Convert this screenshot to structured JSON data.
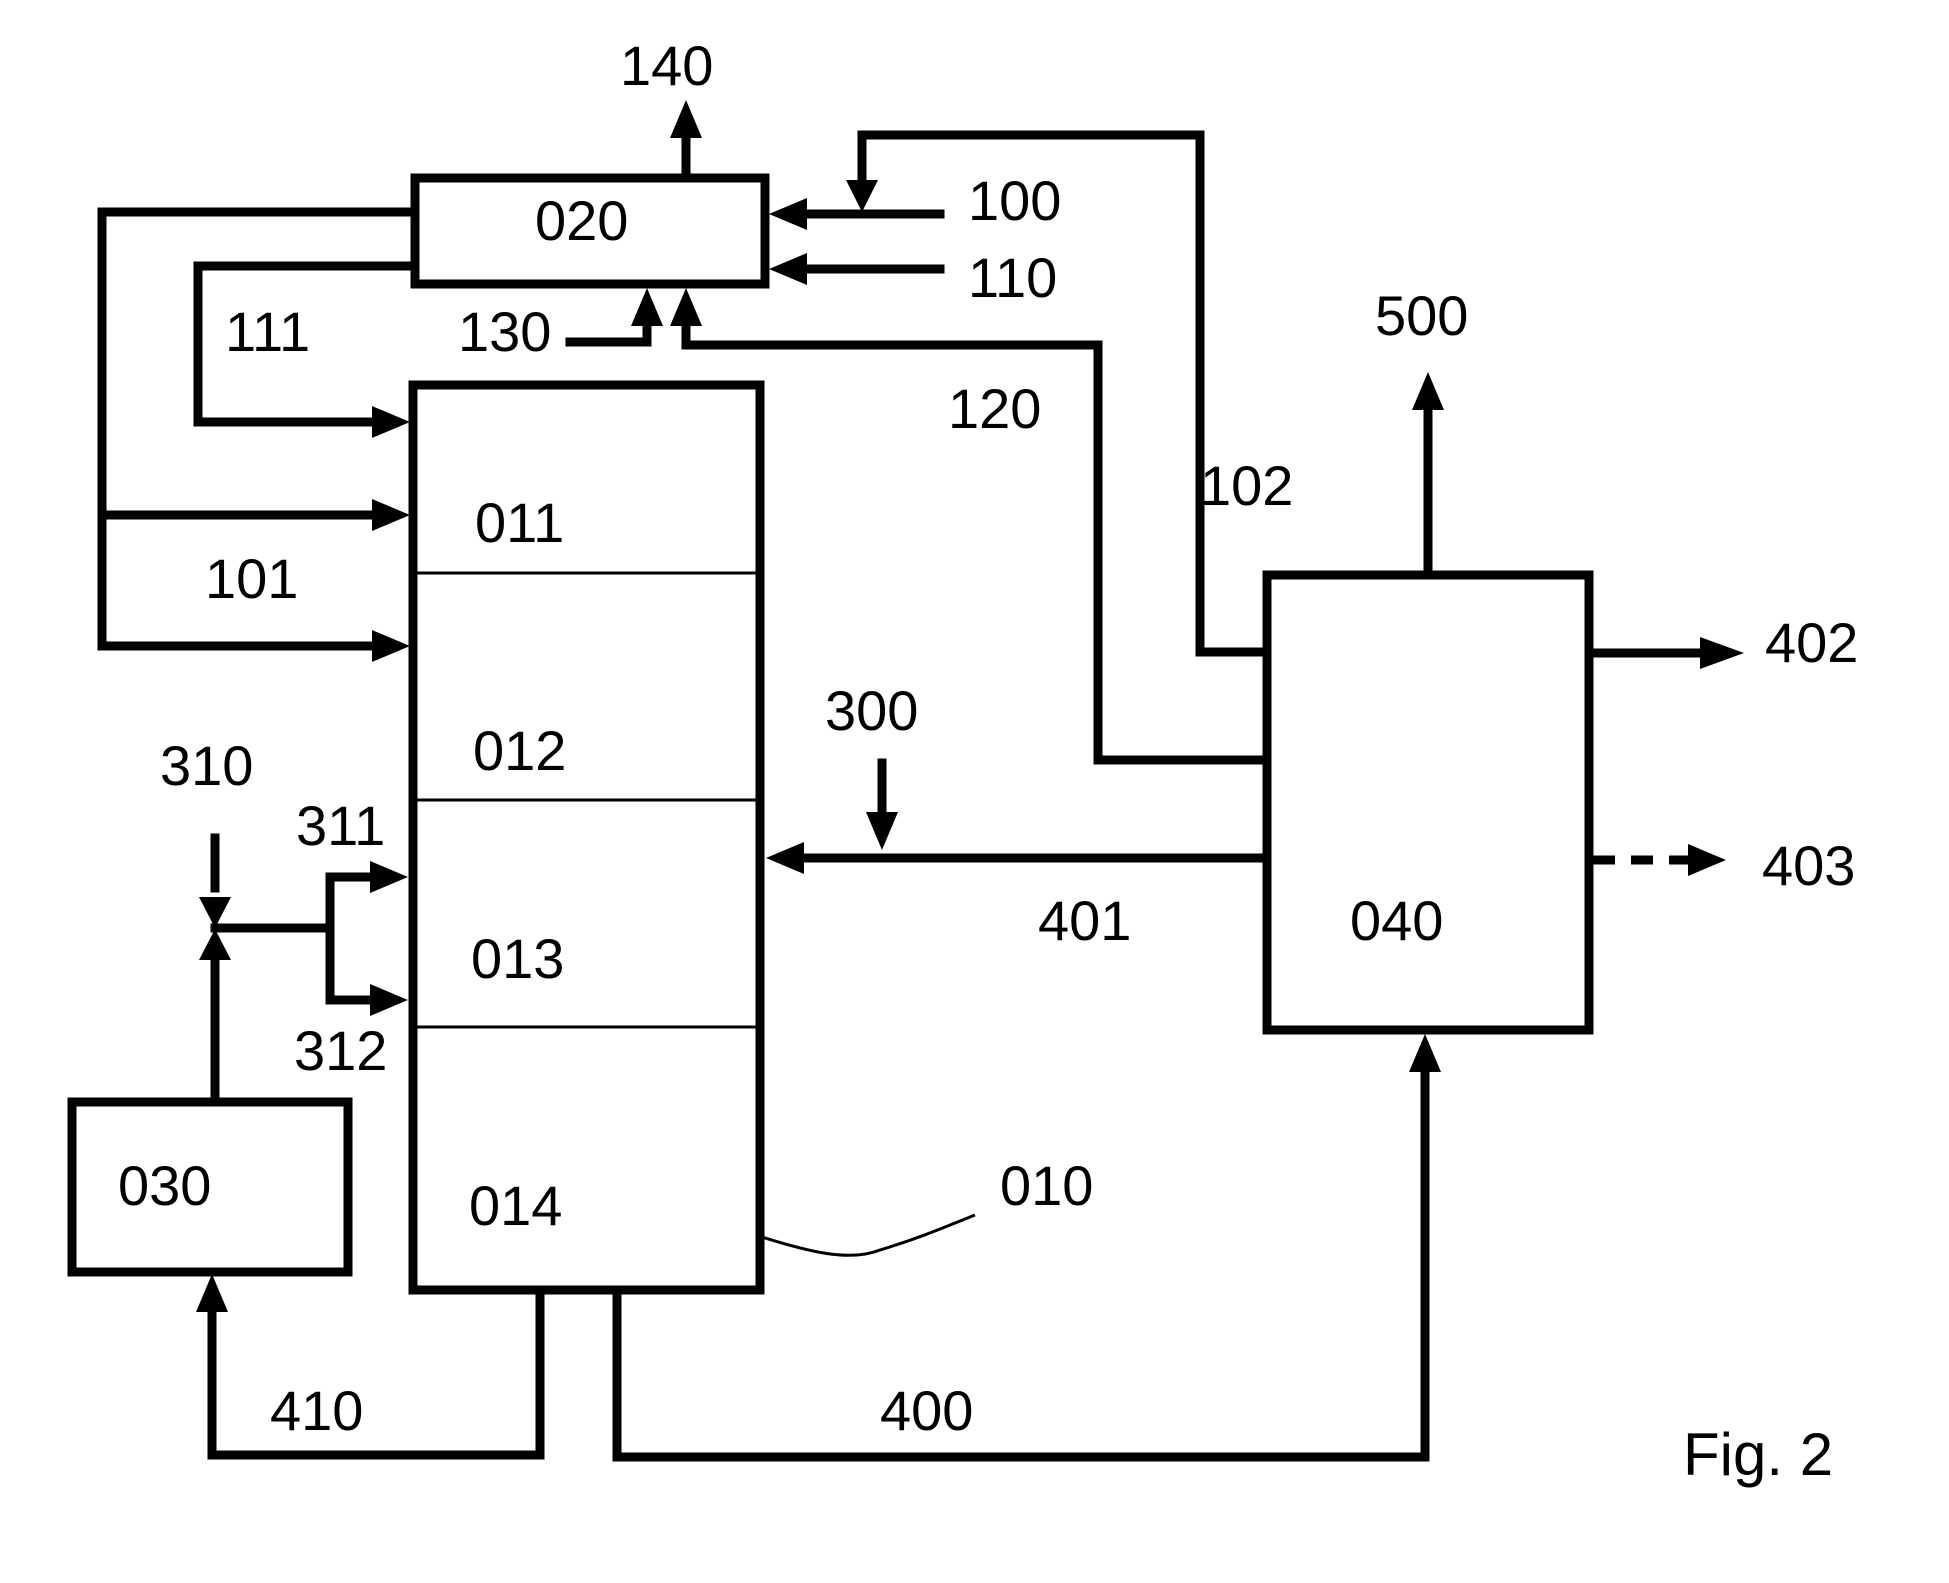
{
  "blocks": {
    "b010": "010",
    "b011": "011",
    "b012": "012",
    "b013": "013",
    "b014": "014",
    "b020": "020",
    "b030": "030",
    "b040": "040"
  },
  "streams": {
    "s100": "100",
    "s101": "101",
    "s102": "102",
    "s110": "110",
    "s111": "111",
    "s120": "120",
    "s130": "130",
    "s140": "140",
    "s300": "300",
    "s310": "310",
    "s311": "311",
    "s312": "312",
    "s400": "400",
    "s401": "401",
    "s402": "402",
    "s403": "403",
    "s410": "410",
    "s500": "500"
  },
  "caption": "Fig. 2"
}
